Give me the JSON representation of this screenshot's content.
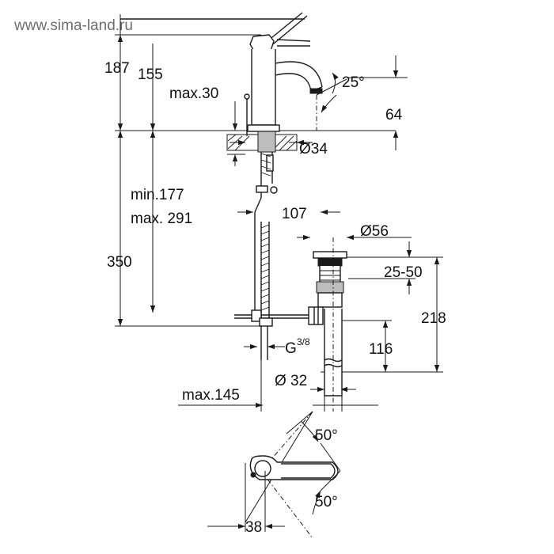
{
  "watermark": "www.sima-land.ru",
  "dimensions": {
    "h187": "187",
    "h155": "155",
    "max30": "max.30",
    "angle25": "25°",
    "h64": "64",
    "dia34": "Ø34",
    "min177": "min.177",
    "max291": "max. 291",
    "d107": "107",
    "dia56": "Ø56",
    "h350": "350",
    "r2550": "25-50",
    "h218": "218",
    "g_main": "G",
    "g_frac": "3/8",
    "h116": "116",
    "dia32": "Ø 32",
    "max145": "max.145",
    "angle50_top": "50°",
    "angle50_bottom": "50°",
    "w38": "38"
  },
  "colors": {
    "line": "#1a1a1a",
    "watermark": "#6e6e6e",
    "fill_gray": "#bdbdbd"
  }
}
